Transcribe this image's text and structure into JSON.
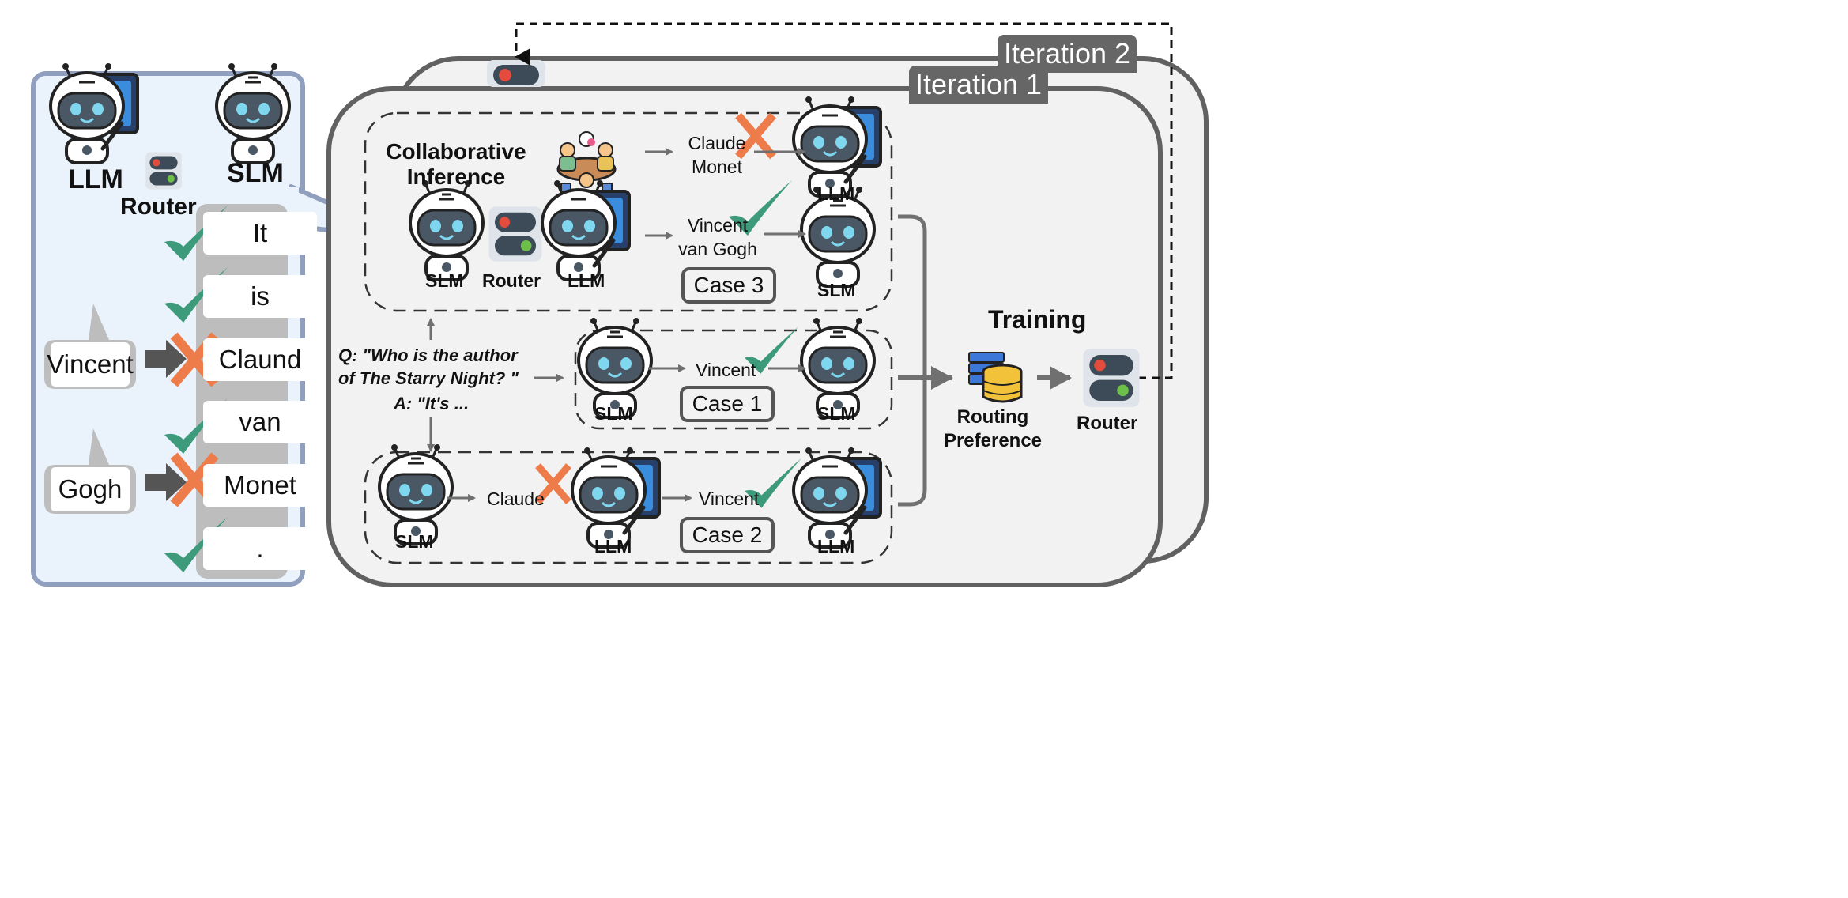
{
  "left_panel": {
    "llm_label": "LLM",
    "slm_label": "SLM",
    "router_label": "Router",
    "tokens": [
      "It",
      "is",
      "Claund",
      "van",
      "Monet",
      "."
    ],
    "bubbles": [
      "Vincent",
      "Gogh"
    ]
  },
  "iterations": [
    "Iteration 1",
    "Iteration 2"
  ],
  "collab": {
    "title_line1": "Collaborative",
    "title_line2": "Inference",
    "slm": "SLM",
    "router": "Router",
    "llm": "LLM",
    "out1_line1": "Claude",
    "out1_line2": "Monet",
    "out1_model": "LLM",
    "out2_line1": "Vincent",
    "out2_line2": "van Gogh",
    "out2_model": "SLM",
    "case": "Case 3"
  },
  "question": {
    "q_line1": "Q: \"Who is the author",
    "q_line2": "of The Starry Night? \"",
    "a_line": "A: \"It's ..."
  },
  "case1": {
    "model_a": "SLM",
    "word": "Vincent",
    "model_b": "SLM",
    "label": "Case 1"
  },
  "case2": {
    "model_a": "SLM",
    "word1": "Claude",
    "model_mid": "LLM",
    "word2": "Vincent",
    "model_b": "LLM",
    "label": "Case 2"
  },
  "training": {
    "title": "Training",
    "pref_line1": "Routing",
    "pref_line2": "Preference",
    "router": "Router"
  },
  "colors": {
    "check": "#3d9a7a",
    "cross": "#ee7c4a",
    "panel_bg": "#eaf2fb",
    "panel_border": "#8f9fbd",
    "frame": "#616161"
  }
}
